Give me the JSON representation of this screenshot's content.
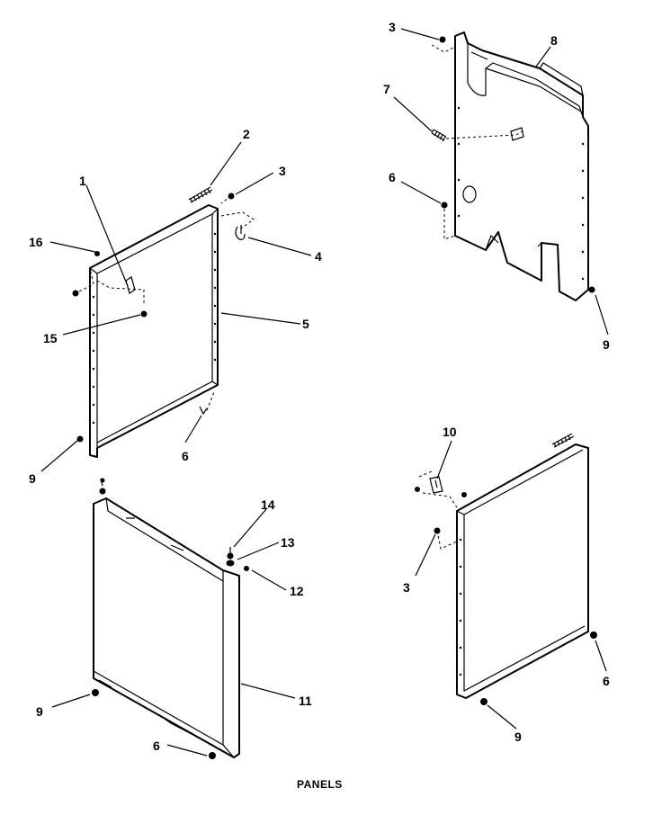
{
  "diagram": {
    "caption": "PANELS",
    "ink_color": "#000000",
    "background_color": "#ffffff",
    "callouts": {
      "fp_1": "1",
      "fp_2": "2",
      "fp_3": "3",
      "fp_4": "4",
      "fp_5": "5",
      "fp_6": "6",
      "fp_9": "9",
      "fp_15": "15",
      "fp_16": "16",
      "bp_3": "3",
      "bp_6": "6",
      "bp_7": "7",
      "bp_8": "8",
      "bp_9": "9",
      "sl_6": "6",
      "sl_9": "9",
      "sl_11": "11",
      "sl_12": "12",
      "sl_13": "13",
      "sl_14": "14",
      "sr_3": "3",
      "sr_6": "6",
      "sr_9": "9",
      "sr_10": "10"
    }
  }
}
